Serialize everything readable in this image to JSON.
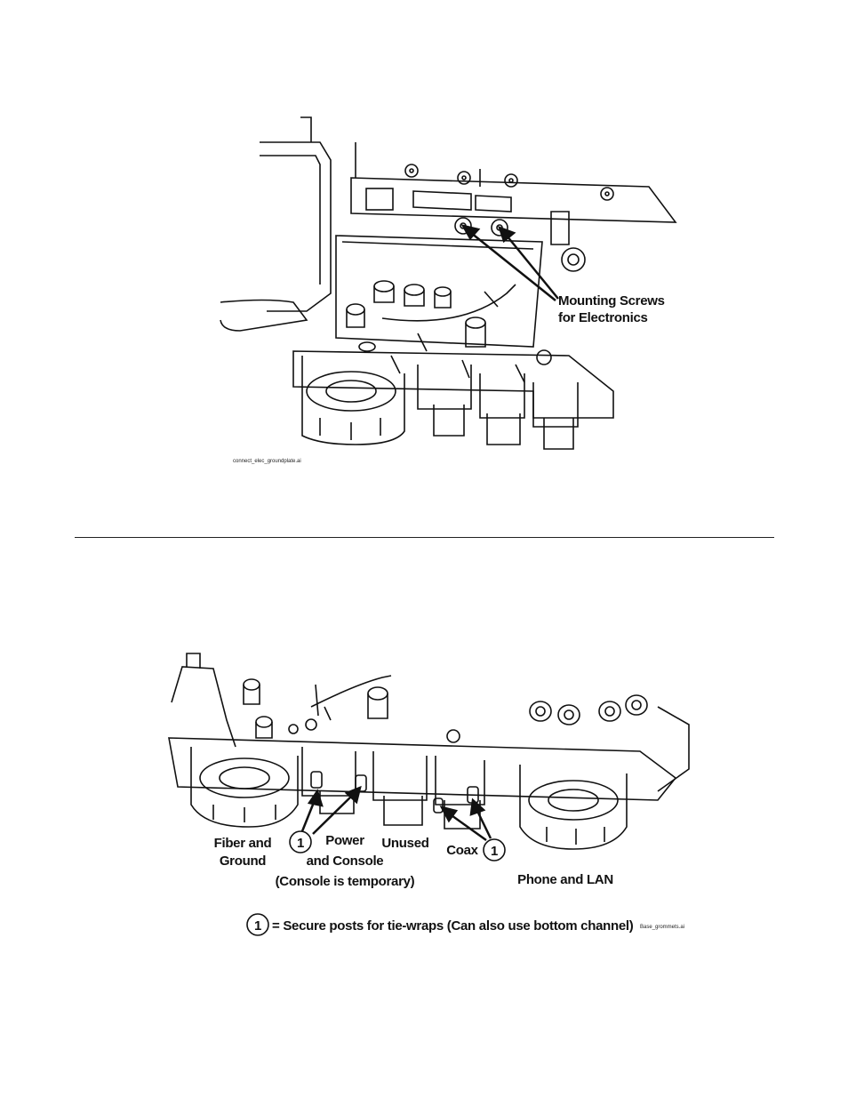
{
  "figure1": {
    "filename": "connect_elec_groundplate.ai",
    "callout_line1": "Mounting Screws",
    "callout_line2": "for Electronics"
  },
  "figure2": {
    "filename": "Base_grommets.ai",
    "label_fiber_1": "Fiber and",
    "label_fiber_2": "Ground",
    "label_power_1": "Power",
    "label_power_2": "and Console",
    "label_power_3": "(Console is temporary)",
    "label_unused": "Unused",
    "label_coax": "Coax",
    "label_phone": "Phone and LAN",
    "marker": "1",
    "legend_text": "= Secure posts for tie-wraps (Can also use bottom channel)"
  }
}
